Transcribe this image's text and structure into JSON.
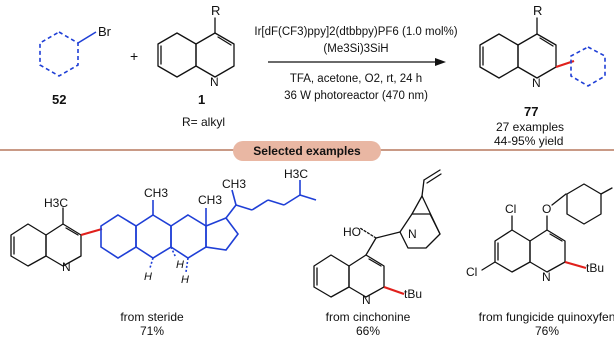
{
  "reaction": {
    "reagent_52_label": "52",
    "reagent_52_br": "Br",
    "plus": "+",
    "reagent_1_label": "1",
    "reagent_1_r": "R",
    "reagent_1_n": "N",
    "r_note": "R= alkyl",
    "catalyst": "Ir[dF(CF3)ppy]2(dtbbpy)PF6 (1.0 mol%)",
    "silane": "(Me3Si)3SiH",
    "conditions": "TFA, acetone, O2, rt, 24 h",
    "photoreactor": "36 W photoreactor (470 nm)",
    "product_label": "77",
    "product_r": "R",
    "product_n": "N",
    "examples_count": "27 examples",
    "yield_range": "44-95% yield"
  },
  "banner": {
    "title": "Selected examples"
  },
  "examples": [
    {
      "source": "from steride",
      "yield": "71%",
      "labels": {
        "h3c": "H3C",
        "ch3_a": "CH3",
        "ch3_b": "CH3",
        "ch3_c": "CH3",
        "h3c_b": "H3C",
        "n": "N",
        "h1": "H",
        "h2": "H",
        "h3": "H"
      }
    },
    {
      "source": "from cinchonine",
      "yield": "66%",
      "labels": {
        "ho": "HO",
        "n1": "N",
        "n2": "N",
        "tbu": "tBu"
      }
    },
    {
      "source": "from fungicide quinoxyfen",
      "yield": "76%",
      "labels": {
        "cl1": "Cl",
        "cl2": "Cl",
        "o": "O",
        "n": "N",
        "tbu": "tBu"
      }
    }
  ],
  "colors": {
    "blue": "#1f3fd6",
    "red": "#e0201c",
    "banner": "#e9b7a3",
    "divider": "#c99a86"
  }
}
